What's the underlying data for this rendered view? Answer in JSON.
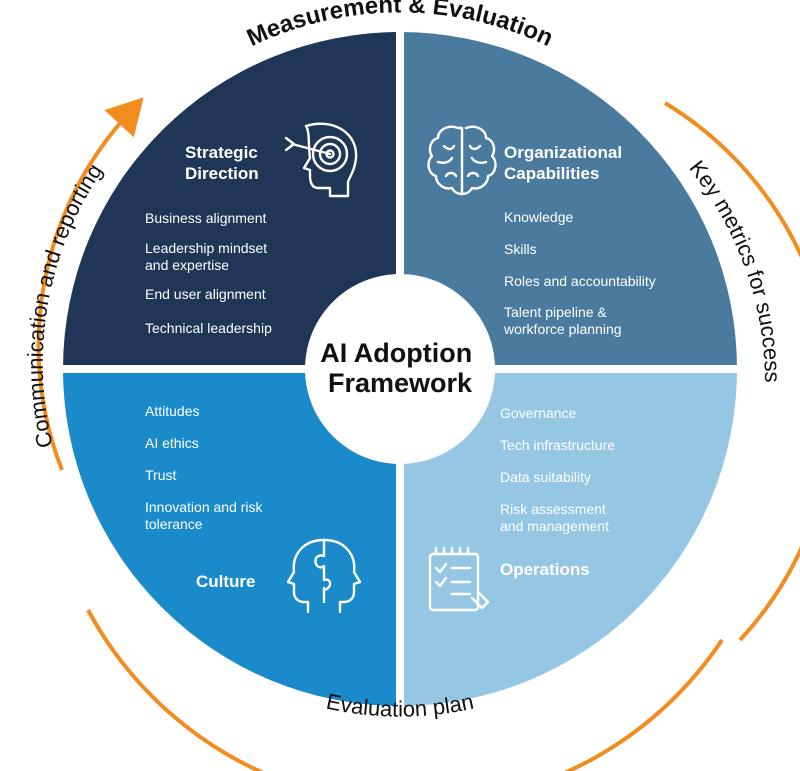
{
  "center": {
    "line1": "AI Adoption",
    "line2": "Framework"
  },
  "ring_labels": {
    "top": "Measurement & Evaluation",
    "right": "Key metrics for success",
    "bottom": "Evaluation plan",
    "left": "Communication and reporting"
  },
  "quadrants": {
    "strategic": {
      "title": [
        "Strategic",
        "Direction"
      ],
      "color": "#1f3656",
      "icon": "head-target-icon",
      "items": [
        [
          "Business alignment"
        ],
        [
          "Leadership mindset",
          "and expertise"
        ],
        [
          "End user alignment"
        ],
        [
          "Technical leadership"
        ]
      ]
    },
    "organizational": {
      "title": [
        "Organizational",
        "Capabilities"
      ],
      "color": "#4a7a9e",
      "icon": "brain-icon",
      "items": [
        [
          "Knowledge"
        ],
        [
          "Skills"
        ],
        [
          "Roles and accountability"
        ],
        [
          "Talent pipeline &",
          "workforce planning"
        ]
      ]
    },
    "culture": {
      "title": [
        "Culture"
      ],
      "color": "#1a8acb",
      "icon": "head-puzzle-icon",
      "items": [
        [
          "Attitudes"
        ],
        [
          "AI ethics"
        ],
        [
          "Trust"
        ],
        [
          "Innovation and risk",
          "tolerance"
        ]
      ]
    },
    "operations": {
      "title": [
        "Operations"
      ],
      "color": "#95c7e5",
      "icon": "clipboard-checklist-icon",
      "items": [
        [
          "Governance"
        ],
        [
          "Tech infrastructure"
        ],
        [
          "Data suitability"
        ],
        [
          "Risk assessment",
          "and management"
        ]
      ]
    }
  },
  "colors": {
    "arrow": "#f28c1e",
    "text_dark": "#111111",
    "center_fill": "#ffffff"
  }
}
